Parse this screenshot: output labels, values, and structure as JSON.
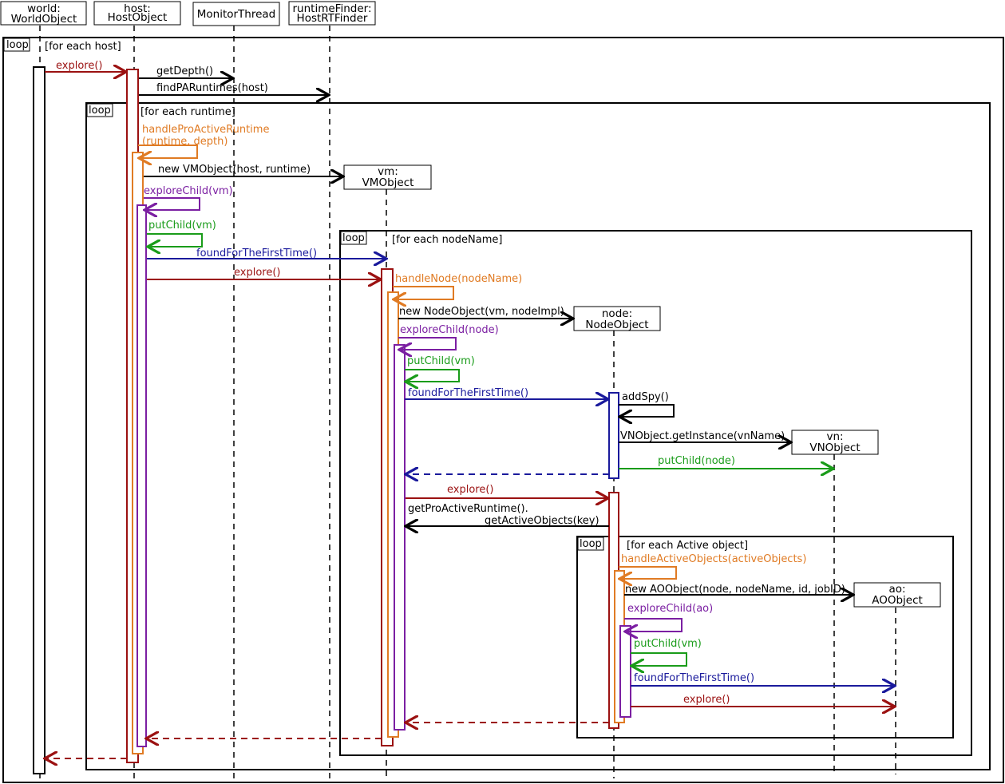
{
  "colors": {
    "black": "#000000",
    "explore": "#9b1111",
    "handle": "#e07b24",
    "exploreChild": "#7b1fa2",
    "putChild": "#1a9c1a",
    "found": "#1a1a9c"
  },
  "participants": [
    {
      "id": "world",
      "line1": "world:",
      "line2": "WorldObject"
    },
    {
      "id": "host",
      "line1": "host:",
      "line2": "HostObject"
    },
    {
      "id": "monitor",
      "line1": "",
      "line2": "MonitorThread"
    },
    {
      "id": "rtfinder",
      "line1": "runtimeFinder:",
      "line2": "HostRTFinder"
    },
    {
      "id": "vm",
      "line1": "vm:",
      "line2": "VMObject"
    },
    {
      "id": "node",
      "line1": "node:",
      "line2": "NodeObject"
    },
    {
      "id": "vn",
      "line1": "vn:",
      "line2": "VNObject"
    },
    {
      "id": "ao",
      "line1": "ao:",
      "line2": "AOObject"
    }
  ],
  "frames": [
    {
      "tag": "loop",
      "guard": "[for each host]"
    },
    {
      "tag": "loop",
      "guard": "[for each runtime]"
    },
    {
      "tag": "loop",
      "guard": "[for each nodeName]"
    },
    {
      "tag": "loop",
      "guard": "[for each Active object]"
    }
  ],
  "messages": [
    {
      "label": "explore()",
      "from": "world",
      "to": "host",
      "kind": "call",
      "color": "explore"
    },
    {
      "label": "getDepth()",
      "from": "host",
      "to": "monitor",
      "kind": "call",
      "color": "black"
    },
    {
      "label": "findPARuntimes(host)",
      "from": "host",
      "to": "rtfinder",
      "kind": "call",
      "color": "black"
    },
    {
      "label": "handleProActiveRuntime",
      "label2": "(runtime, depth)",
      "from": "host",
      "to": "host",
      "kind": "self",
      "color": "handle"
    },
    {
      "label": "new VMObject(host, runtime)",
      "from": "host",
      "to": "vm",
      "kind": "create",
      "color": "black"
    },
    {
      "label": "exploreChild(vm)",
      "from": "host",
      "to": "host",
      "kind": "self",
      "color": "exploreChild"
    },
    {
      "label": "putChild(vm)",
      "from": "host",
      "to": "host",
      "kind": "self",
      "color": "putChild"
    },
    {
      "label": "foundForTheFirstTime()",
      "from": "host",
      "to": "vm",
      "kind": "call",
      "color": "found"
    },
    {
      "label": "explore()",
      "from": "host",
      "to": "vm",
      "kind": "call",
      "color": "explore"
    },
    {
      "label": "handleNode(nodeName)",
      "from": "vm",
      "to": "vm",
      "kind": "self",
      "color": "handle"
    },
    {
      "label": "new NodeObject(vm, nodeImpl)",
      "from": "vm",
      "to": "node",
      "kind": "create",
      "color": "black"
    },
    {
      "label": "exploreChild(node)",
      "from": "vm",
      "to": "vm",
      "kind": "self",
      "color": "exploreChild"
    },
    {
      "label": "putChild(vm)",
      "from": "vm",
      "to": "vm",
      "kind": "self",
      "color": "putChild"
    },
    {
      "label": "foundForTheFirstTime()",
      "from": "vm",
      "to": "node",
      "kind": "call",
      "color": "found"
    },
    {
      "label": "addSpy()",
      "from": "node",
      "to": "node",
      "kind": "self",
      "color": "black"
    },
    {
      "label": "VNObject.getInstance(vnName)",
      "from": "node",
      "to": "vn",
      "kind": "create",
      "color": "black"
    },
    {
      "label": "putChild(node)",
      "from": "node",
      "to": "vn",
      "kind": "call",
      "color": "putChild"
    },
    {
      "label": "",
      "from": "node",
      "to": "vm",
      "kind": "return",
      "color": "found"
    },
    {
      "label": "explore()",
      "from": "vm",
      "to": "node",
      "kind": "call",
      "color": "explore"
    },
    {
      "label": "getProActiveRuntime().",
      "label2": "getActiveObjects(key)",
      "from": "node",
      "to": "vm",
      "kind": "call",
      "color": "black"
    },
    {
      "label": "handleActiveObjects(activeObjects)",
      "from": "node",
      "to": "node",
      "kind": "self",
      "color": "handle"
    },
    {
      "label": "new AOObject(node, nodeName, id, jobID)",
      "from": "node",
      "to": "ao",
      "kind": "create",
      "color": "black"
    },
    {
      "label": "exploreChild(ao)",
      "from": "node",
      "to": "node",
      "kind": "self",
      "color": "exploreChild"
    },
    {
      "label": "putChild(vm)",
      "from": "node",
      "to": "node",
      "kind": "self",
      "color": "putChild"
    },
    {
      "label": "foundForTheFirstTime()",
      "from": "node",
      "to": "ao",
      "kind": "call",
      "color": "found"
    },
    {
      "label": "explore()",
      "from": "node",
      "to": "ao",
      "kind": "call",
      "color": "explore"
    },
    {
      "label": "",
      "from": "node",
      "to": "vm",
      "kind": "return",
      "color": "explore"
    },
    {
      "label": "",
      "from": "vm",
      "to": "host",
      "kind": "return",
      "color": "explore"
    },
    {
      "label": "",
      "from": "host",
      "to": "world",
      "kind": "return",
      "color": "explore"
    }
  ]
}
